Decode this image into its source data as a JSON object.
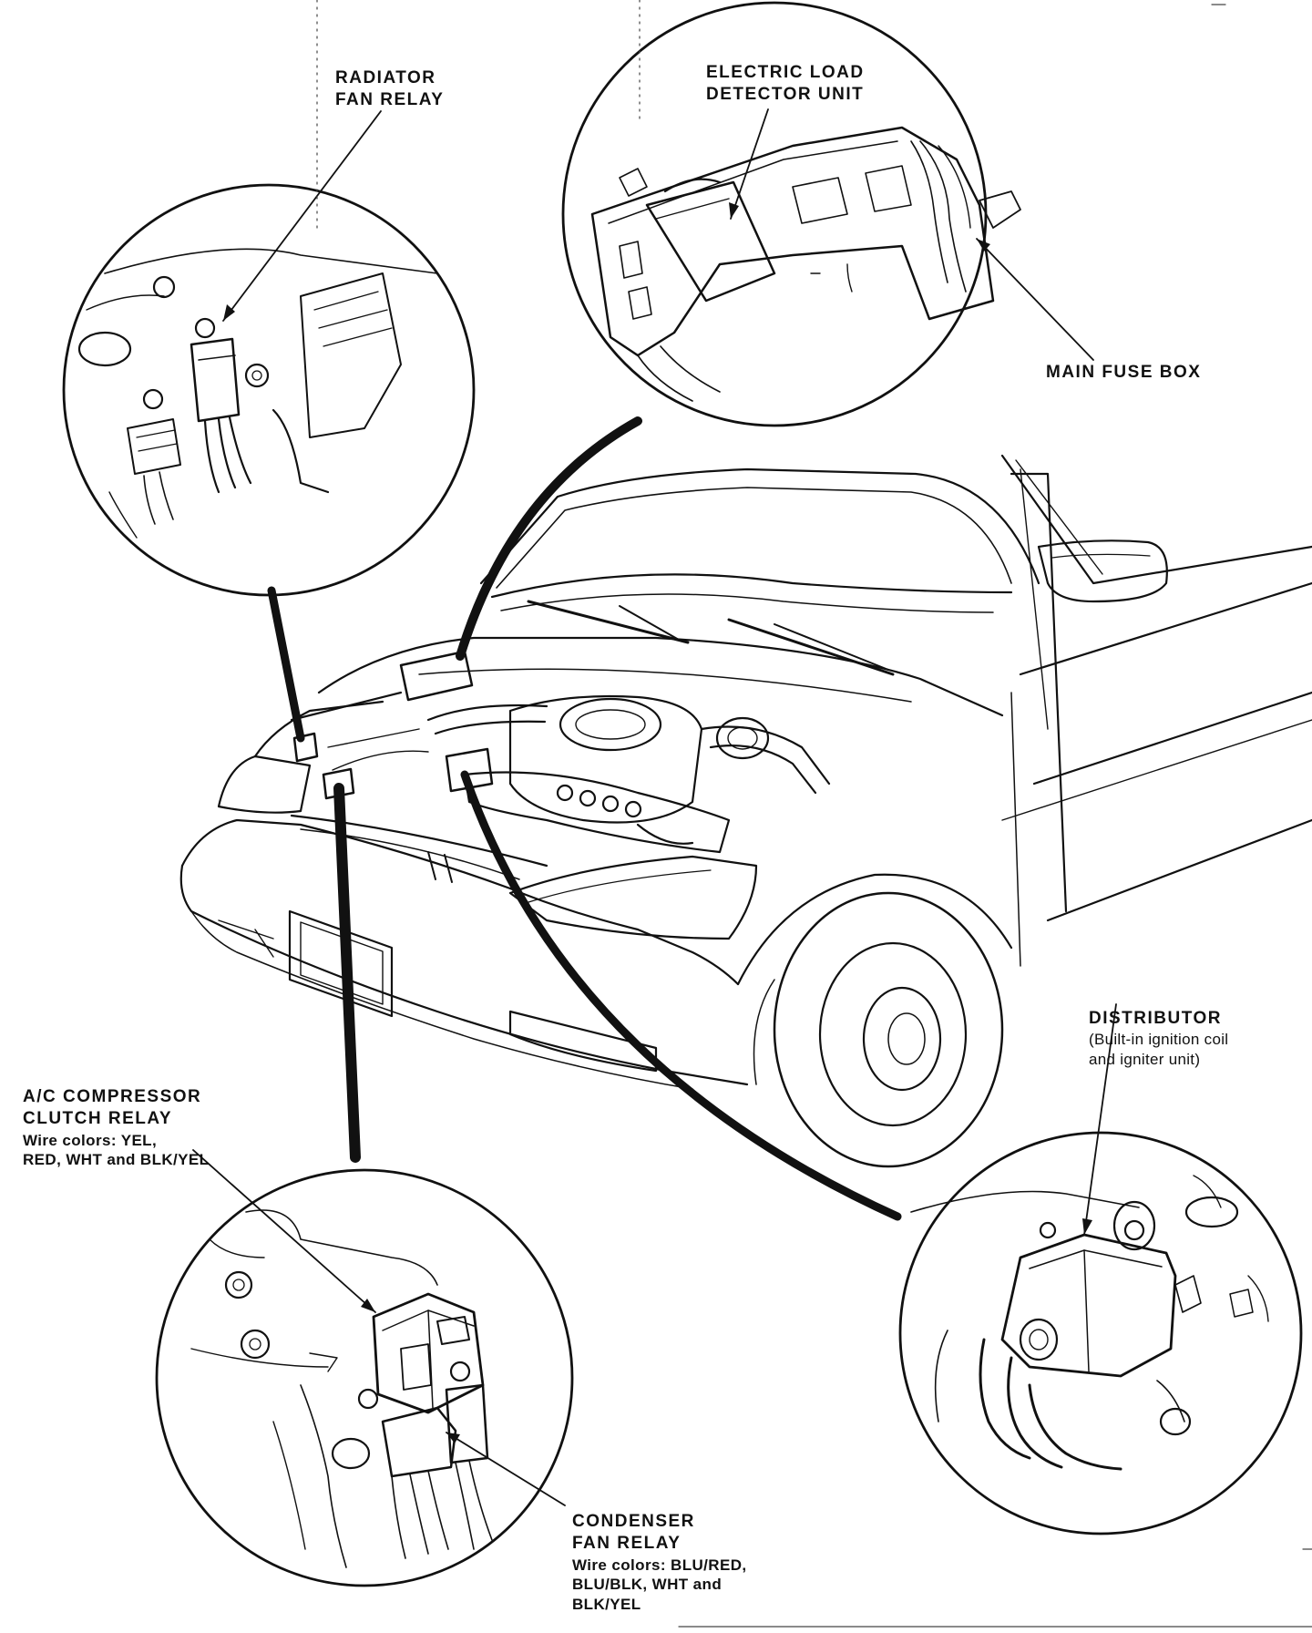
{
  "callouts": {
    "radiator_fan_relay": {
      "line1": "RADIATOR",
      "line2": "FAN RELAY"
    },
    "electric_load_detector": {
      "line1": "ELECTRIC LOAD",
      "line2": "DETECTOR UNIT"
    },
    "main_fuse_box": {
      "line1": "MAIN FUSE BOX"
    },
    "distributor": {
      "line1": "DISTRIBUTOR",
      "line2": "(Built-in ignition coil",
      "line3": "and igniter unit)"
    },
    "ac_compressor_clutch_relay": {
      "line1": "A/C COMPRESSOR",
      "line2": "CLUTCH RELAY",
      "line3": "Wire colors: YEL,",
      "line4": "RED, WHT and BLK/YEL"
    },
    "condenser_fan_relay": {
      "line1": "CONDENSER",
      "line2": "FAN RELAY",
      "line3": "Wire colors: BLU/RED,",
      "line4": "BLU/BLK, WHT and",
      "line5": "BLK/YEL"
    }
  },
  "colors": {
    "ink": "#111111",
    "paper": "#ffffff"
  }
}
